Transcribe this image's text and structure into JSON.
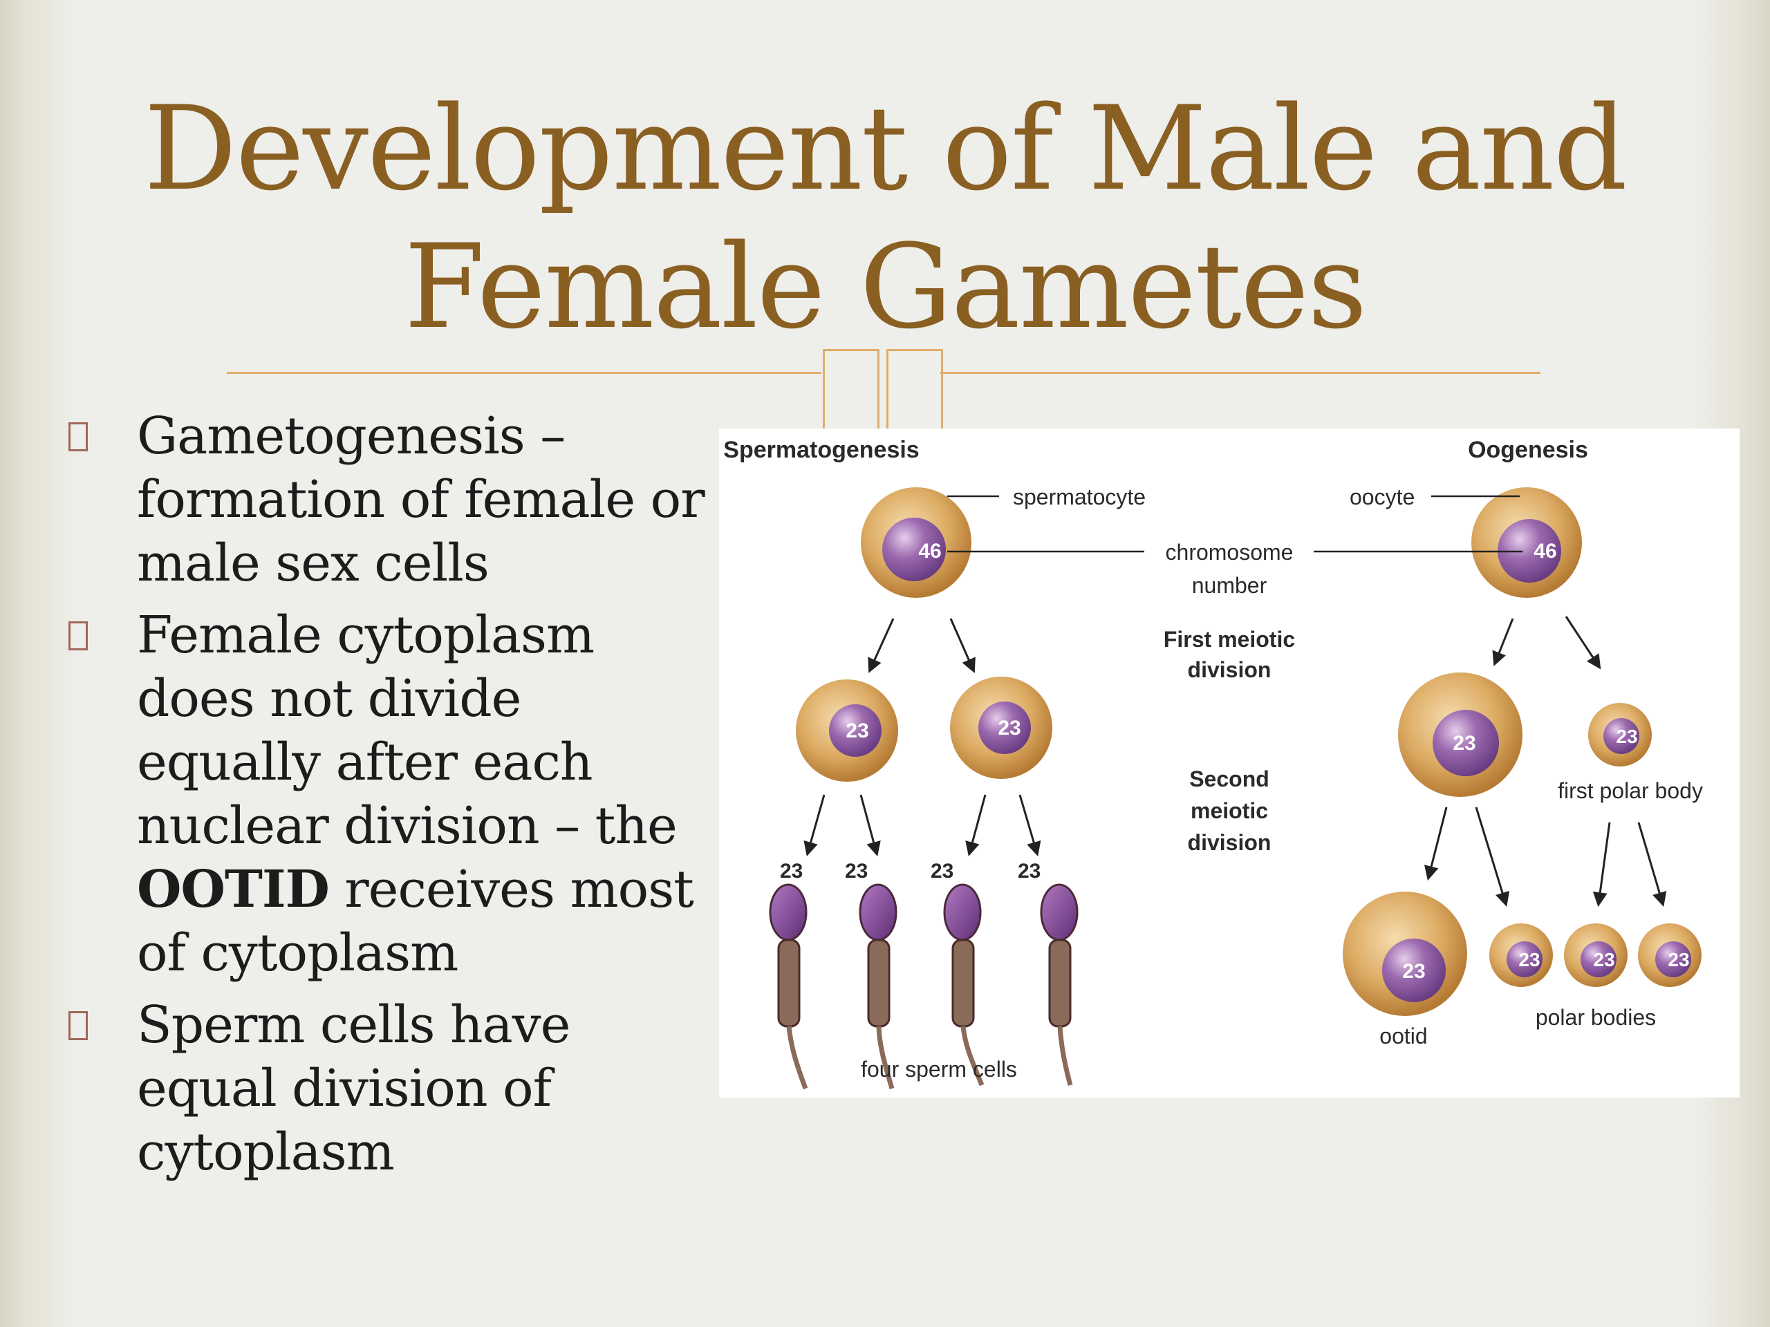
{
  "slide": {
    "title_line1": "Development of Male and",
    "title_line2": "Female Gametes"
  },
  "bullets": [
    {
      "text": "Gametogenesis – formation of female or male sex cells"
    },
    {
      "text_before": "Female cytoplasm does not divide equally after each nuclear division – the ",
      "bold": "OOTID",
      "text_after": " receives most of cytoplasm"
    },
    {
      "text": "Sperm cells have equal division of cytoplasm"
    }
  ],
  "diagram": {
    "spermatogenesis_label": "Spermatogenesis",
    "oogenesis_label": "Oogenesis",
    "spermatocyte_label": "spermatocyte",
    "oocyte_label": "oocyte",
    "chromosome_label_line1": "chromosome",
    "chromosome_label_line2": "number",
    "first_meiotic_line1": "First meiotic",
    "first_meiotic_line2": "division",
    "second_meiotic_line1": "Second",
    "second_meiotic_line2": "meiotic",
    "second_meiotic_line3": "division",
    "first_polar_body_label": "first polar body",
    "polar_bodies_label": "polar bodies",
    "ootid_label": "ootid",
    "four_sperm_label": "four sperm cells",
    "diploid_number": "46",
    "haploid_number": "23"
  },
  "colors": {
    "title": "#8a5f22",
    "accent_rule": "#e0ad68",
    "cell_cytoplasm": "#d9a55c",
    "cell_nucleus": "#8e5aa6",
    "sperm_head": "#7a3f8e"
  }
}
